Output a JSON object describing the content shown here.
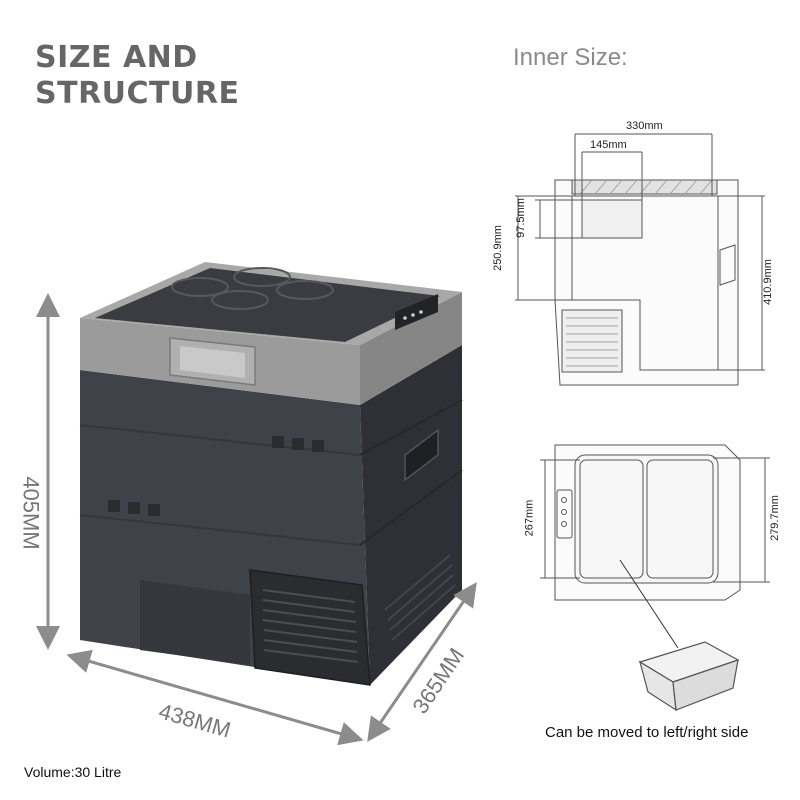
{
  "heading": {
    "line1": "SIZE AND",
    "line2": "STRUCTURE"
  },
  "inner_size_label": "Inner Size:",
  "volume_label": "Volume:30 Litre",
  "basket_caption": "Can be moved to left/right side",
  "outer_dimensions": {
    "height": "405MM",
    "width": "438MM",
    "depth": "365MM"
  },
  "side_view_dimensions": {
    "width": "330mm",
    "shelf_width": "145mm",
    "shelf_depth": "97.5mm",
    "lower_depth": "250.9mm",
    "total_depth": "410.9mm"
  },
  "top_view_dimensions": {
    "left_depth": "267mm",
    "right_depth": "279.7mm"
  },
  "colors": {
    "heading": "#666666",
    "body_dark": "#3a3d42",
    "lid_gray": "#9a9a9a",
    "arrow_gray": "#8c8c8c",
    "line_drawing": "#555555"
  }
}
